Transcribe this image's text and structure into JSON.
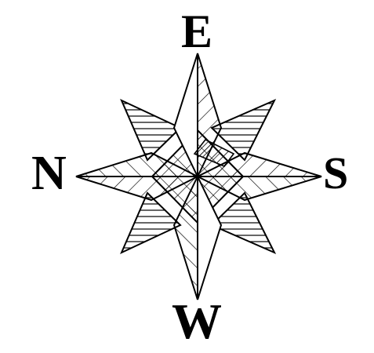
{
  "compass": {
    "labels": {
      "top": "E",
      "left": "N",
      "right": "S",
      "bottom": "W"
    },
    "line_color": "#000000",
    "background": "#ffffff"
  }
}
